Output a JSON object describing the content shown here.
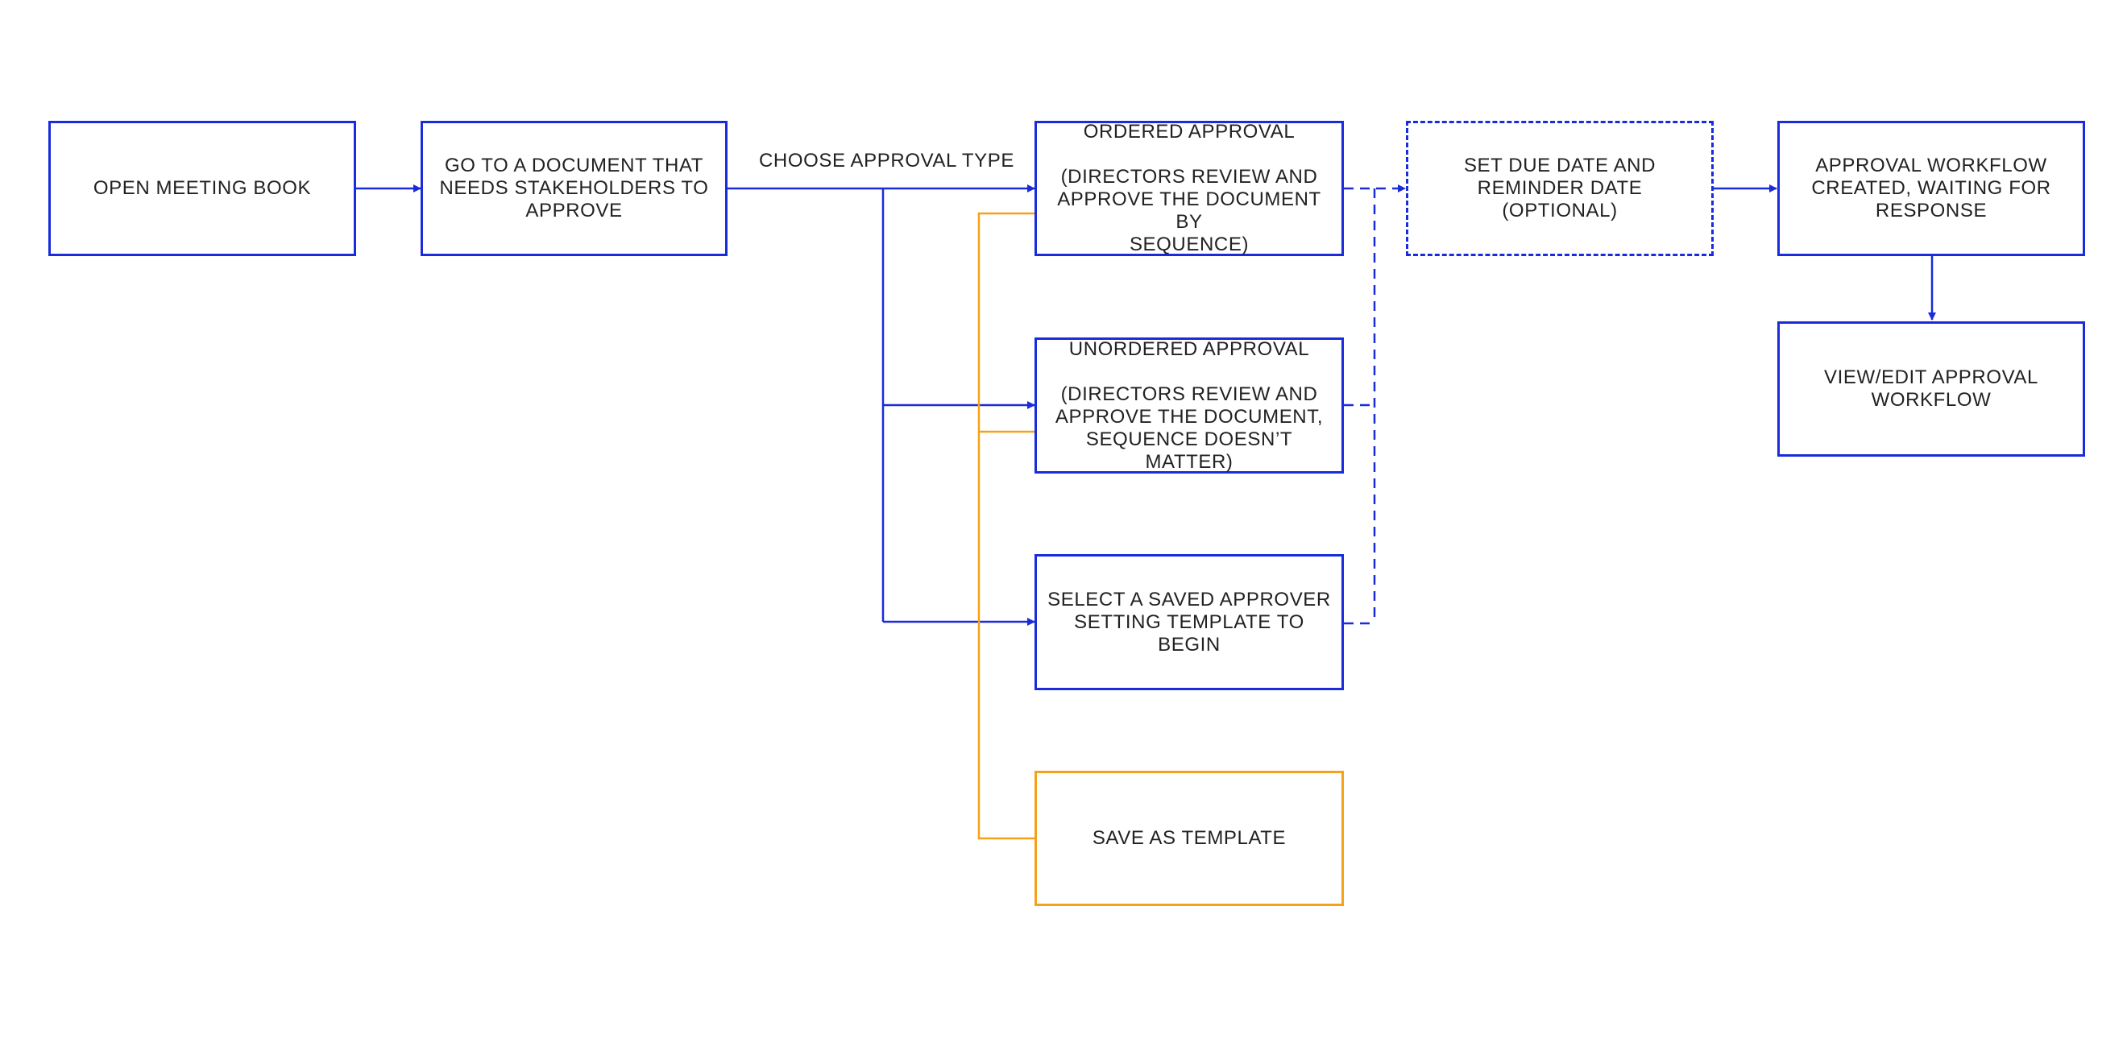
{
  "colors": {
    "primary": "#1a2bdc",
    "template": "#f5a21b",
    "text": "#222222"
  },
  "nodes": {
    "open_meeting_book": "OPEN MEETING BOOK",
    "go_to_document": "GO TO A DOCUMENT THAT\nNEEDS STAKEHOLDERS TO\nAPPROVE",
    "ordered_approval": "ORDERED APPROVAL\n\n(DIRECTORS REVIEW AND\nAPPROVE THE DOCUMENT BY\nSEQUENCE)",
    "unordered_approval": "UNORDERED APPROVAL\n\n(DIRECTORS REVIEW AND\nAPPROVE THE DOCUMENT,\nSEQUENCE DOESN’T MATTER)",
    "select_template": "SELECT A SAVED APPROVER\nSETTING TEMPLATE TO BEGIN",
    "save_as_template": "SAVE AS TEMPLATE",
    "set_due_date": "SET DUE DATE AND\nREMINDER DATE\n(OPTIONAL)",
    "workflow_created": "APPROVAL WORKFLOW\nCREATED, WAITING FOR\nRESPONSE",
    "view_edit_workflow": "VIEW/EDIT APPROVAL\nWORKFLOW"
  },
  "edge_labels": {
    "choose_approval_type": "CHOOSE APPROVAL TYPE"
  }
}
